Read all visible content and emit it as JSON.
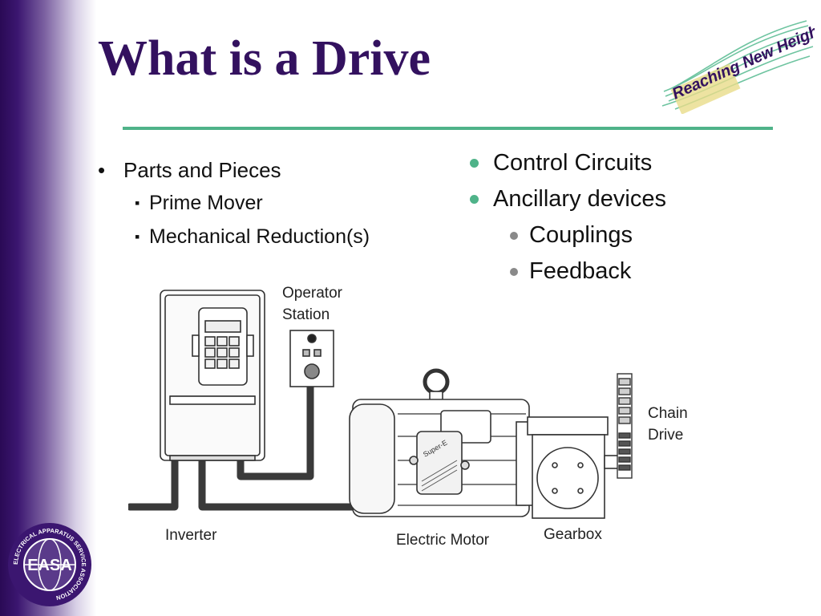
{
  "title": "What is a Drive",
  "logo": {
    "text": "Reaching New Heights"
  },
  "left_list": {
    "items": [
      {
        "label": "Parts and Pieces",
        "marker": "•"
      },
      {
        "label": "Prime Mover",
        "marker": "▪"
      },
      {
        "label": "Mechanical Reduction(s)",
        "marker": "▪"
      }
    ]
  },
  "right_list": {
    "items": [
      {
        "label": "Control Circuits"
      },
      {
        "label": "Ancillary devices"
      },
      {
        "label": "Couplings"
      },
      {
        "label": "Feedback"
      }
    ]
  },
  "diagram": {
    "labels": {
      "operator_line1": "Operator",
      "operator_line2": "Station",
      "chain_line1": "Chain",
      "chain_line2": "Drive",
      "inverter": "Inverter",
      "motor": "Electric Motor",
      "gearbox": "Gearbox",
      "nameplate": "Super-E"
    }
  },
  "footer_logo": {
    "abbr": "EASA",
    "ring_text": "ELECTRICAL APPARATUS SERVICE ASSOCIATION"
  },
  "colors": {
    "title": "#33115f",
    "sidebar": "#2a0a55",
    "accent_green": "#4fb389",
    "sub_bullet_gray": "#8a8a8a"
  }
}
